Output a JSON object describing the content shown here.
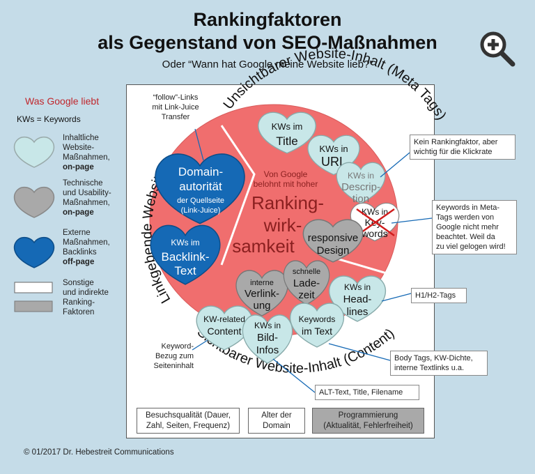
{
  "title": {
    "line1": "Rankingfaktoren",
    "line2": "als Gegenstand von SEO-Maßnahmen",
    "subtitle": "Oder “Wann hat Google meine Website lieb?”"
  },
  "legend": {
    "title": "Was Google liebt",
    "kw_note": "KWs = Keywords",
    "items": [
      {
        "lines": [
          "Inhaltliche",
          "Website-",
          "Maßnahmen,"
        ],
        "bold": "on-page",
        "color": "#c8e7e8"
      },
      {
        "lines": [
          "Technische",
          "und Usability-",
          "Maßnahmen,"
        ],
        "bold": "on-page",
        "color": "#a9a9a9"
      },
      {
        "lines": [
          "Externe",
          "Maßnahmen,",
          "Backlinks"
        ],
        "bold": "off-page",
        "color": "#1569b5"
      },
      {
        "lines": [
          "Sonstige",
          "und indirekte",
          "Ranking-",
          "Faktoren"
        ]
      }
    ]
  },
  "arc_labels": {
    "top": "Unsichtbarer Website-Inhalt (Meta Tags)",
    "left": "Linkgebende Websites",
    "bottom": "Sichtbarer Website-Inhalt (Content)"
  },
  "center": {
    "small": [
      "Von Google",
      "belohnt mit hoher"
    ],
    "big": [
      "Ranking-",
      "wirk-",
      "samkeit"
    ]
  },
  "hearts": {
    "title": [
      "KWs im",
      "Title"
    ],
    "url": [
      "KWs in",
      "URL"
    ],
    "description": [
      "KWs in",
      "Descrip-",
      "tion"
    ],
    "keywords": [
      "KWs in",
      "Key-",
      "words"
    ],
    "responsive": [
      "responsive",
      "Design"
    ],
    "domain": [
      "Domain-",
      "autorität",
      "der Quellseite",
      "(Link-Juice)"
    ],
    "backlink": [
      "KWs im",
      "Backlink-",
      "Text"
    ],
    "verlinkung": [
      "interne",
      "Verlink-",
      "ung"
    ],
    "ladezeit": [
      "schnelle",
      "Lade-",
      "zeit"
    ],
    "headlines": [
      "KWs in",
      "Head-",
      "lines"
    ],
    "content": [
      "KW-related",
      "Content"
    ],
    "bildinfos": [
      "KWs in",
      "Bild-",
      "Infos"
    ],
    "imtext": [
      "Keywords",
      "im Text"
    ]
  },
  "callouts": {
    "follow": [
      "“follow”-Links",
      "mit Link-Juice",
      "Transfer"
    ],
    "klickrate": [
      "Kein Rankingfaktor, aber",
      "wichtig für die Klickrate"
    ],
    "metatags": [
      "Keywords in Meta-",
      "Tags werden von",
      "Google nicht mehr",
      "beachtet. Weil da",
      "zu viel gelogen wird!"
    ],
    "htags": [
      "H1/H2-Tags"
    ],
    "bodytags": [
      "Body Tags, KW-Dichte,",
      "interne Textlinks u.a."
    ],
    "bezug": [
      "Keyword-",
      "Bezug zum",
      "Seiteninhalt"
    ],
    "alt": [
      "ALT-Text, Title, Filename"
    ]
  },
  "bottom_boxes": {
    "besuchsqualitaet": [
      "Besuchsqualität (Dauer,",
      "Zahl, Seiten, Frequenz)"
    ],
    "alter": [
      "Alter der",
      "Domain"
    ],
    "programmierung": [
      "Programmierung",
      "(Aktualität, Fehlerfreiheit)"
    ]
  },
  "copyright": "© 01/2017 Dr. Hebestreit Communications",
  "colors": {
    "background": "#c5dce8",
    "circle": "#f06e6e",
    "content_heart": "#c8e7e8",
    "tech_heart": "#a9a9a9",
    "external_heart": "#1569b5",
    "title_text": "#111111",
    "legend_title": "#c0262c"
  }
}
